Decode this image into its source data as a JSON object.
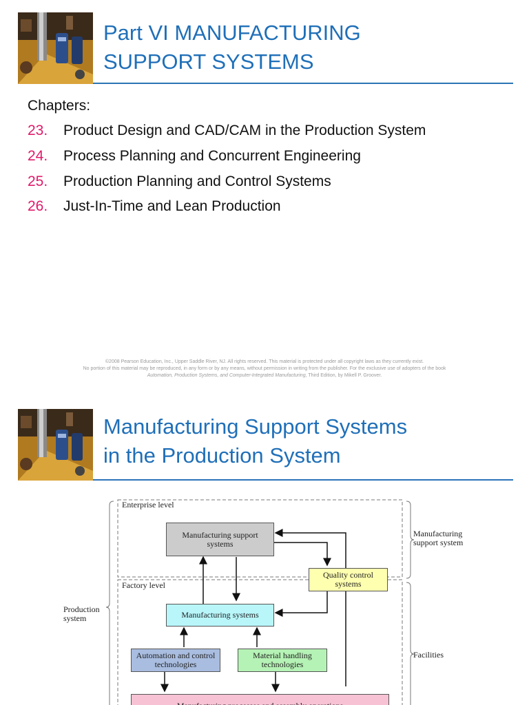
{
  "slide1": {
    "title_line1": "Part VI  MANUFACTURING",
    "title_line2": "SUPPORT SYSTEMS",
    "chapters_label": "Chapters:",
    "chapters": [
      {
        "num": "23.",
        "text": "Product Design and CAD/CAM in the Production System"
      },
      {
        "num": "24.",
        "text": "Process Planning and Concurrent Engineering"
      },
      {
        "num": "25.",
        "text": "Production Planning and Control Systems"
      },
      {
        "num": "26.",
        "text": "Just-In-Time and Lean Production"
      }
    ],
    "footer_line1": "©2008 Pearson Education, Inc., Upper Saddle River, NJ.  All rights reserved.  This material is protected under all copyright laws as they currently exist.",
    "footer_line2": "No portion of this material may be reproduced, in any form or by any means, without permission in writing from the publisher.  For the exclusive use of adopters of the book",
    "footer_line3_italic": "Automation, Production Systems, and Computer-Integrated Manufacturing",
    "footer_line3_rest": ", Third Edition, by Mikell P. Groover."
  },
  "slide2": {
    "title_line1": "Manufacturing Support Systems",
    "title_line2": "in the Production System",
    "diagram": {
      "enterprise_level": "Enterprise level",
      "factory_level": "Factory level",
      "mss_box": "Manufacturing support systems",
      "qc_box": "Quality control systems",
      "ms_box": "Manufacturing systems",
      "auto_box": "Automation and control technologies",
      "mh_box": "Material handling technologies",
      "mpa_box": "Manufacturing processes and assembly operations",
      "production_system": "Production system",
      "manufacturing_support_system": "Manufacturing support system",
      "facilities": "Facilities",
      "colors": {
        "mss": "#cccccc",
        "qc": "#ffffb0",
        "ms": "#b8f6fa",
        "auto": "#a9bde0",
        "mh": "#b5f2b5",
        "mpa": "#f7c2d4"
      }
    }
  }
}
